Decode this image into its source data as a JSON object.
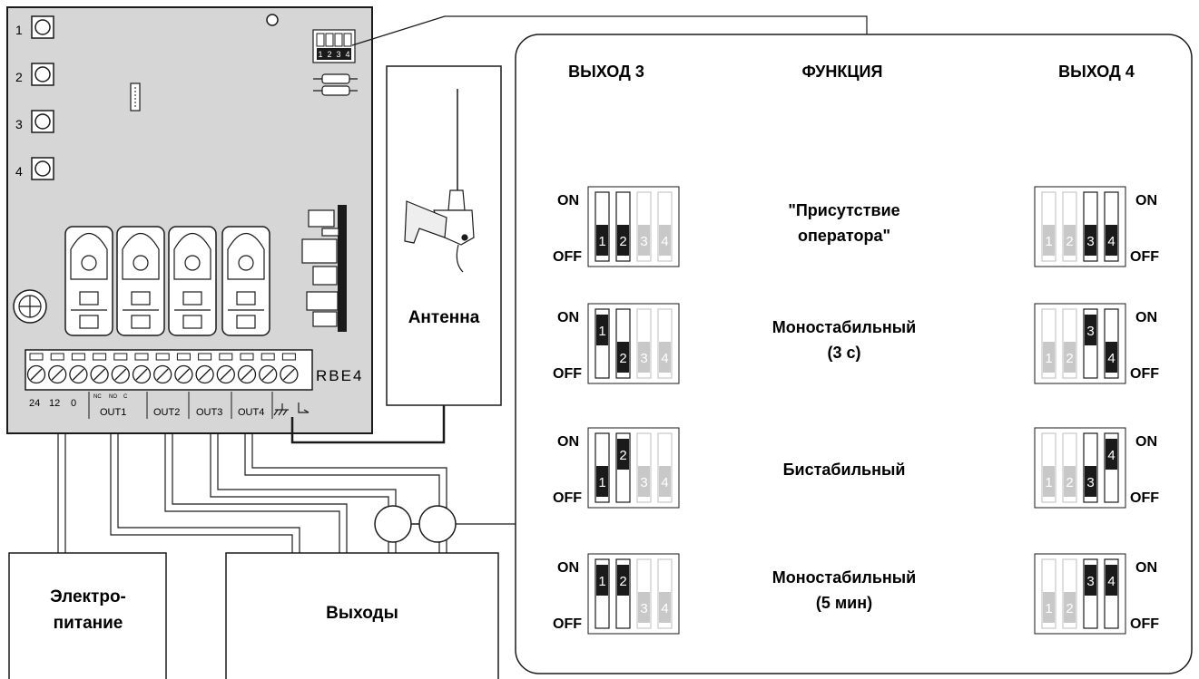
{
  "board": {
    "buttons": [
      "1",
      "2",
      "3",
      "4"
    ],
    "model": "RBE4",
    "dip_numbers": [
      "1",
      "2",
      "3",
      "4"
    ],
    "terminals": {
      "v24": "24",
      "v12": "12",
      "v0": "0",
      "nc": "NC",
      "no": "NO",
      "c": "C",
      "out1": "OUT1",
      "out2": "OUT2",
      "out3": "OUT3",
      "out4": "OUT4"
    }
  },
  "antenna_label": "Антенна",
  "power_label_1": "Электро-",
  "power_label_2": "питание",
  "outputs_label": "Выходы",
  "table": {
    "col_left": "ВЫХОД 3",
    "col_mid": "ФУНКЦИЯ",
    "col_right": "ВЫХОД 4",
    "on": "ON",
    "off": "OFF",
    "rows": [
      {
        "f1": "\"Присутствие",
        "f2": "оператора\"",
        "left": [
          "off",
          "off"
        ],
        "right": [
          "off",
          "off"
        ]
      },
      {
        "f1": "Моностабильный",
        "f2": "(3 с)",
        "left": [
          "on",
          "off"
        ],
        "right": [
          "on",
          "off"
        ]
      },
      {
        "f1": "Бистабильный",
        "f2": "",
        "left": [
          "off",
          "on"
        ],
        "right": [
          "off",
          "on"
        ]
      },
      {
        "f1": "Моностабильный",
        "f2": "(5 мин)",
        "left": [
          "on",
          "on"
        ],
        "right": [
          "on",
          "on"
        ]
      }
    ]
  },
  "colors": {
    "board": "#d6d6d6",
    "line": "#1a1a1a",
    "active": "#1a1a1a",
    "inactive": "#c8c8c8"
  }
}
